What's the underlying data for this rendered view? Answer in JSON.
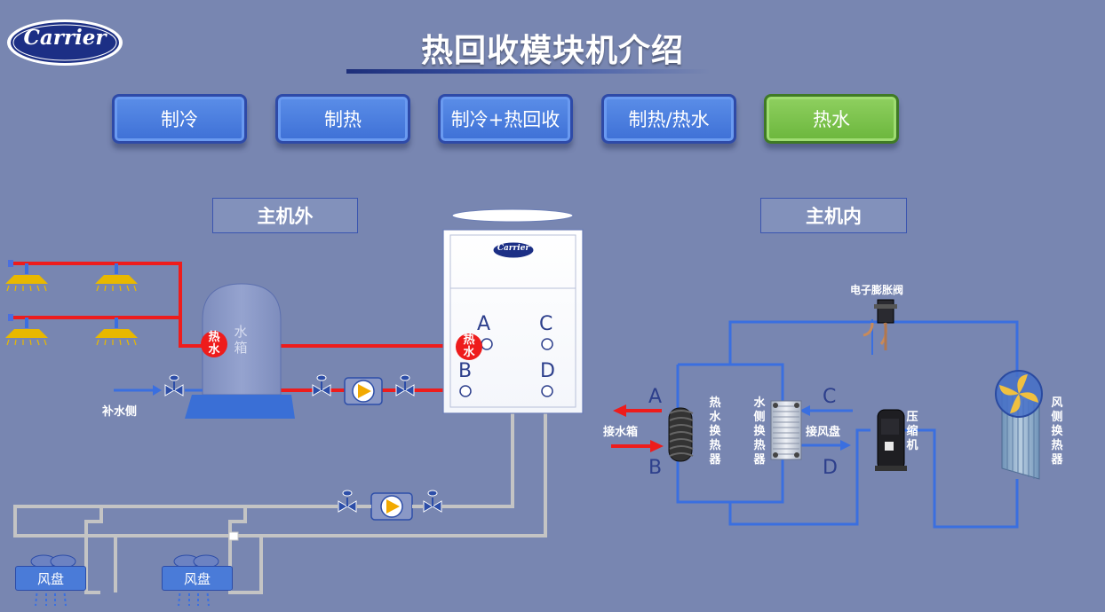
{
  "header": {
    "brand": "Carrier",
    "title": "热回收模块机介绍"
  },
  "modes": [
    {
      "label": "制冷",
      "active": false
    },
    {
      "label": "制热",
      "active": false
    },
    {
      "label": "制冷+热回收",
      "active": false
    },
    {
      "label": "制热/热水",
      "active": false
    },
    {
      "label": "热水",
      "active": true
    }
  ],
  "sections": {
    "outside": "主机外",
    "inside": "主机内"
  },
  "outside": {
    "tank_label": "水箱",
    "hot_water_badge": "热水",
    "makeup_water": "补水侧",
    "unit_brand": "Carrier",
    "ports": {
      "a": "A",
      "b": "B",
      "c": "C",
      "d": "D"
    },
    "fan_coils": [
      "风盘",
      "风盘"
    ]
  },
  "inside": {
    "expansion_valve": "电子膨胀阀",
    "hot_water_hx": "热水换热器",
    "water_side_hx": "水侧换热器",
    "compressor": "压缩机",
    "air_side_hx": "风侧换热器",
    "to_tank": "接水箱",
    "to_fancoil": "接风盘",
    "ports": {
      "a": "A",
      "b": "B",
      "c": "C",
      "d": "D"
    }
  },
  "colors": {
    "hot_pipe": "#ee1c1c",
    "return_pipe": "#c8c8c8",
    "refrigerant_pipe": "#3a6fe0",
    "button_blue": "#4a7bdc",
    "button_active": "#7cc24a"
  }
}
